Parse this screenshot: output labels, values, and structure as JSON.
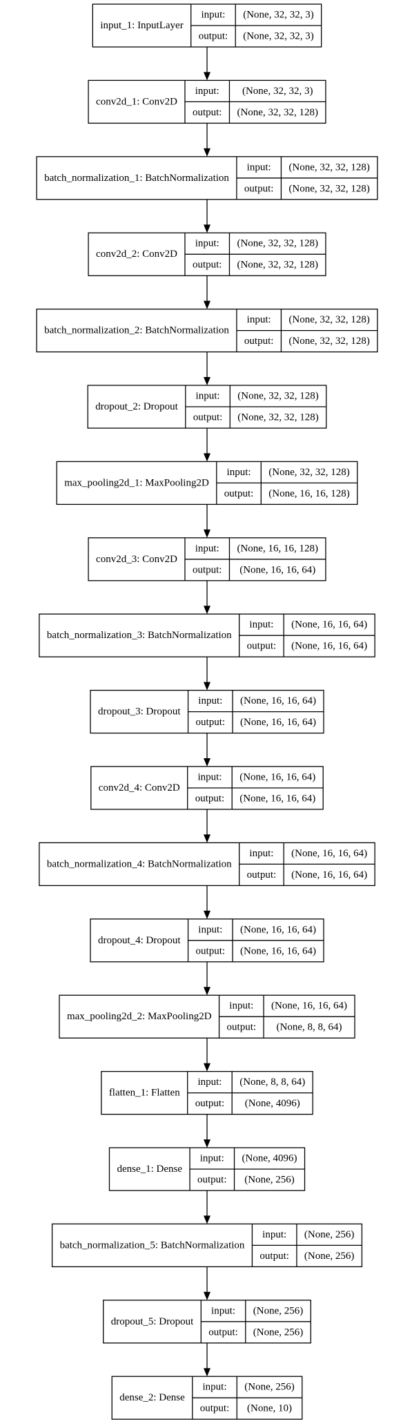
{
  "diagram": {
    "input_label": "input:",
    "output_label": "output:",
    "layers": [
      {
        "name": "input_1: InputLayer",
        "input": "(None, 32, 32, 3)",
        "output": "(None, 32, 32, 3)"
      },
      {
        "name": "conv2d_1: Conv2D",
        "input": "(None, 32, 32, 3)",
        "output": "(None, 32, 32, 128)"
      },
      {
        "name": "batch_normalization_1: BatchNormalization",
        "input": "(None, 32, 32, 128)",
        "output": "(None, 32, 32, 128)"
      },
      {
        "name": "conv2d_2: Conv2D",
        "input": "(None, 32, 32, 128)",
        "output": "(None, 32, 32, 128)"
      },
      {
        "name": "batch_normalization_2: BatchNormalization",
        "input": "(None, 32, 32, 128)",
        "output": "(None, 32, 32, 128)"
      },
      {
        "name": "dropout_2: Dropout",
        "input": "(None, 32, 32, 128)",
        "output": "(None, 32, 32, 128)"
      },
      {
        "name": "max_pooling2d_1: MaxPooling2D",
        "input": "(None, 32, 32, 128)",
        "output": "(None, 16, 16, 128)"
      },
      {
        "name": "conv2d_3: Conv2D",
        "input": "(None, 16, 16, 128)",
        "output": "(None, 16, 16, 64)"
      },
      {
        "name": "batch_normalization_3: BatchNormalization",
        "input": "(None, 16, 16, 64)",
        "output": "(None, 16, 16, 64)"
      },
      {
        "name": "dropout_3: Dropout",
        "input": "(None, 16, 16, 64)",
        "output": "(None, 16, 16, 64)"
      },
      {
        "name": "conv2d_4: Conv2D",
        "input": "(None, 16, 16, 64)",
        "output": "(None, 16, 16, 64)"
      },
      {
        "name": "batch_normalization_4: BatchNormalization",
        "input": "(None, 16, 16, 64)",
        "output": "(None, 16, 16, 64)"
      },
      {
        "name": "dropout_4: Dropout",
        "input": "(None, 16, 16, 64)",
        "output": "(None, 16, 16, 64)"
      },
      {
        "name": "max_pooling2d_2: MaxPooling2D",
        "input": "(None, 16, 16, 64)",
        "output": "(None, 8, 8, 64)"
      },
      {
        "name": "flatten_1: Flatten",
        "input": "(None, 8, 8, 64)",
        "output": "(None, 4096)"
      },
      {
        "name": "dense_1: Dense",
        "input": "(None, 4096)",
        "output": "(None, 256)"
      },
      {
        "name": "batch_normalization_5: BatchNormalization",
        "input": "(None, 256)",
        "output": "(None, 256)"
      },
      {
        "name": "dropout_5: Dropout",
        "input": "(None, 256)",
        "output": "(None, 256)"
      },
      {
        "name": "dense_2: Dense",
        "input": "(None, 256)",
        "output": "(None, 10)"
      }
    ]
  }
}
